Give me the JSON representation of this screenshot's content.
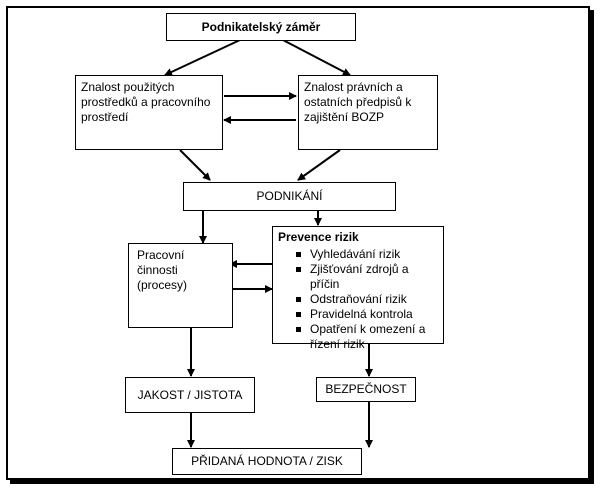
{
  "nodes": {
    "zamer": "Podnikatelský záměr",
    "znalost_prostredku": "Znalost použitých prostředků a pracovního prostředí",
    "znalost_predpisu": "Znalost právních a ostatních předpisů k zajištění BOZP",
    "podnikani": "PODNIKÁNÍ",
    "pracovni_cinnosti": "Pracovní činnosti (procesy)",
    "prevence": {
      "title": "Prevence rizik",
      "items": [
        "Vyhledávání rizik",
        "Zjišťování zdrojů a příčin",
        "Odstraňování rizik",
        "Pravidelná kontrola",
        "Opatření k omezení a řízení rizik"
      ]
    },
    "jakost": "JAKOST / JISTOTA",
    "bezpecnost": "BEZPEČNOST",
    "pridana": "PŘIDANÁ HODNOTA / ZISK"
  }
}
